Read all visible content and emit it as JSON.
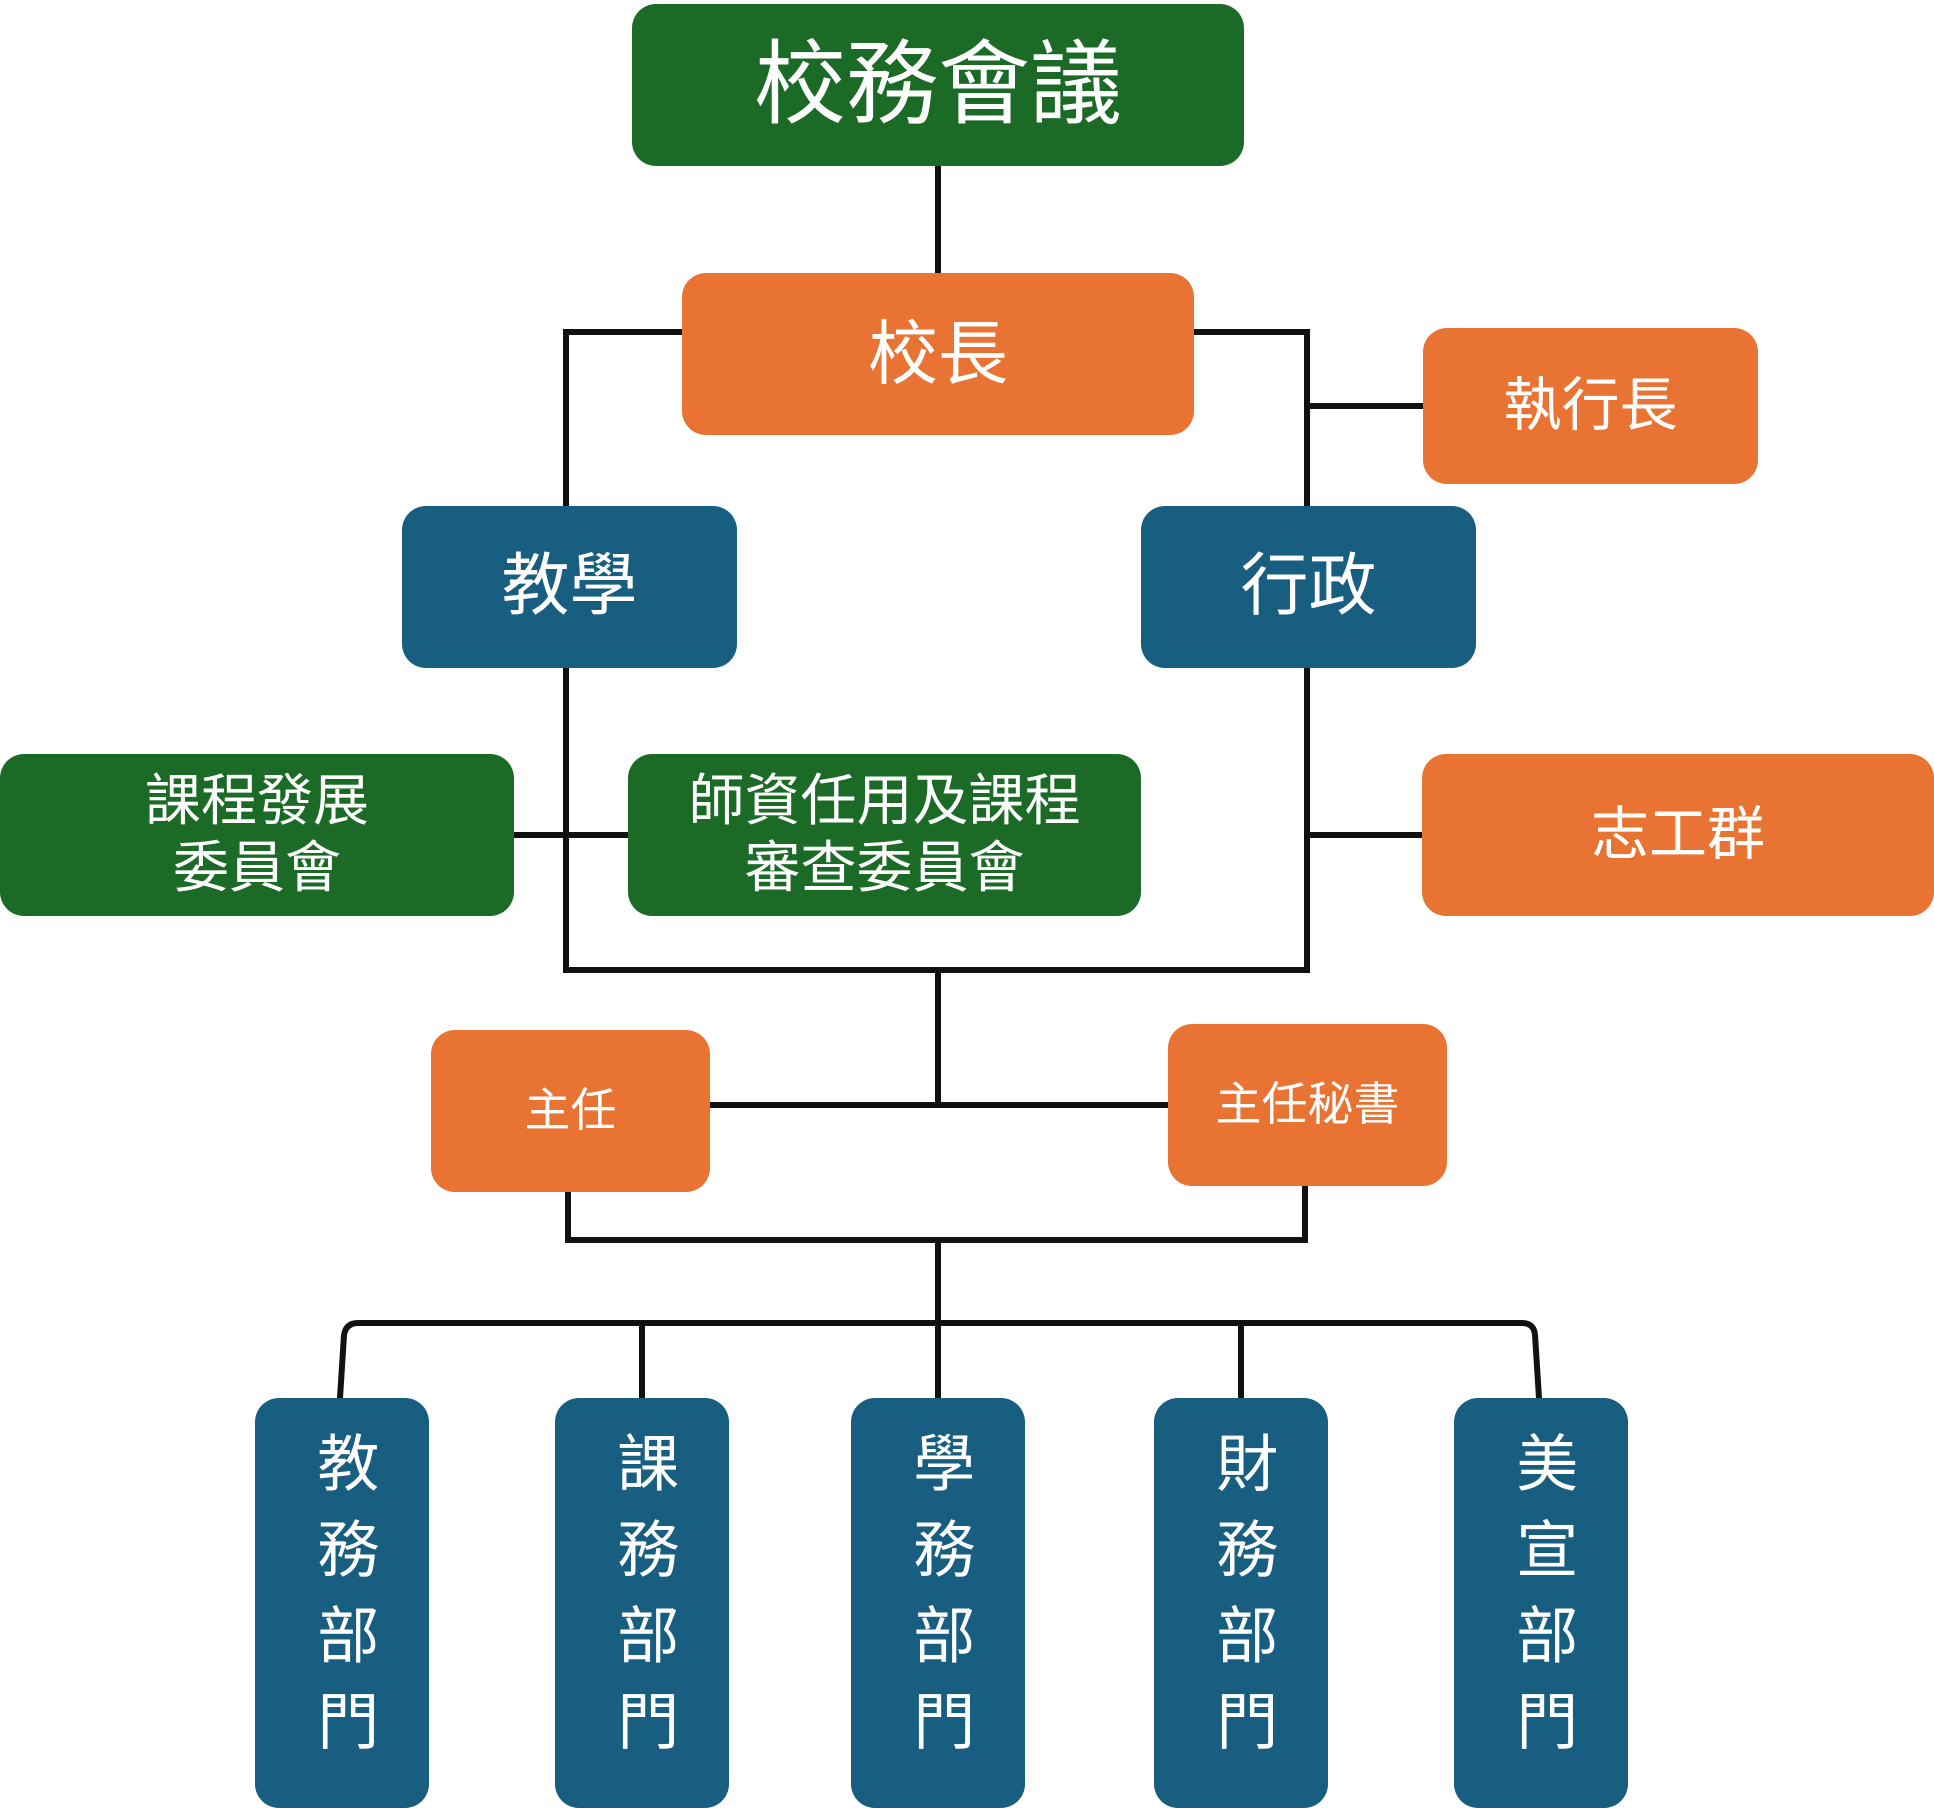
{
  "colors": {
    "green": "#1b6a26",
    "orange": "#e87333",
    "blue": "#175e80",
    "line": "#111111"
  },
  "council": "校務會議",
  "principal": "校長",
  "ceo": "執行長",
  "teaching": "教學",
  "administration": "行政",
  "curriculum_committee": {
    "line1": "課程發展",
    "line2": "委員會"
  },
  "faculty_committee": {
    "line1": "師資任用及課程",
    "line2": "審查委員會"
  },
  "volunteers": "志工群",
  "director": "主任",
  "chief_secretary": "主任秘書",
  "departments": [
    "教務部門",
    "課務部門",
    "學務部門",
    "財務部門",
    "美宣部門"
  ]
}
